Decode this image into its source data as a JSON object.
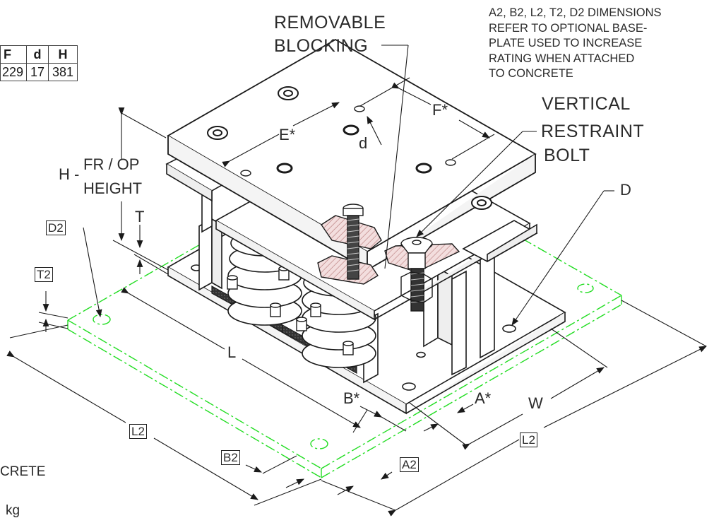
{
  "table": {
    "headers": [
      "F",
      "d",
      "H"
    ],
    "values": [
      "229",
      "17",
      "381"
    ]
  },
  "labels": {
    "removable_1": "REMOVABLE",
    "removable_2": "BLOCKING",
    "note_lines": [
      "A2, B2, L2, T2, D2 DIMENSIONS",
      "REFER TO OPTIONAL BASE-",
      "PLATE USED TO INCREASE",
      "RATING WHEN ATTACHED",
      "TO CONCRETE"
    ],
    "vertical": "VERTICAL",
    "restraint": "RESTRAINT",
    "bolt": "BOLT",
    "f_star": "F*",
    "e_star": "E*",
    "d_small": "d",
    "h_label": "H -",
    "fr_op": "FR / OP",
    "height": "HEIGHT",
    "t": "T",
    "d_big": "D",
    "d2": "D2",
    "t2": "T2",
    "l": "L",
    "l2_left": "L2",
    "l2_right": "L2",
    "b2": "B2",
    "a2": "A2",
    "b_star": "B*",
    "a_star": "A*",
    "w": "W",
    "crete": "CRETE",
    "kg": "kg"
  },
  "colors": {
    "line": "#1a1a1a",
    "baseplate": "#22dd22",
    "hatch": "#e8c8c8"
  }
}
